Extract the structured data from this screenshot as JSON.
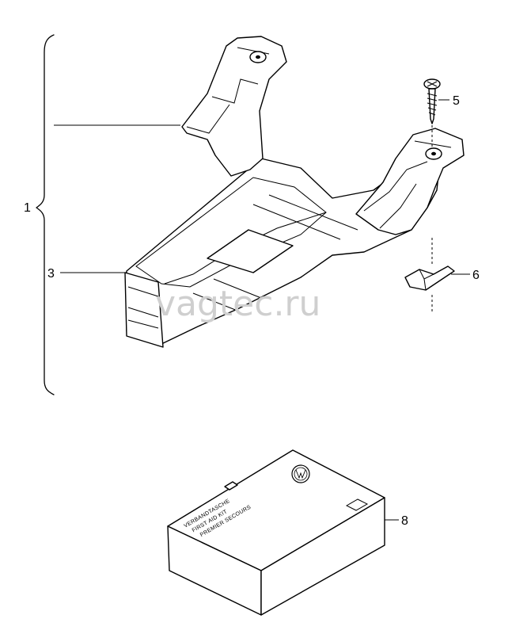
{
  "watermark": "vagtec.ru",
  "callouts": {
    "c1": "1",
    "c3": "3",
    "c5": "5",
    "c6": "6",
    "c8": "8"
  },
  "first_aid_box": {
    "line1": "VERBANDTASCHE",
    "line2": "FIRST AID KIT",
    "line3": "PREMIER SECOURS"
  },
  "logo": "vw-logo"
}
